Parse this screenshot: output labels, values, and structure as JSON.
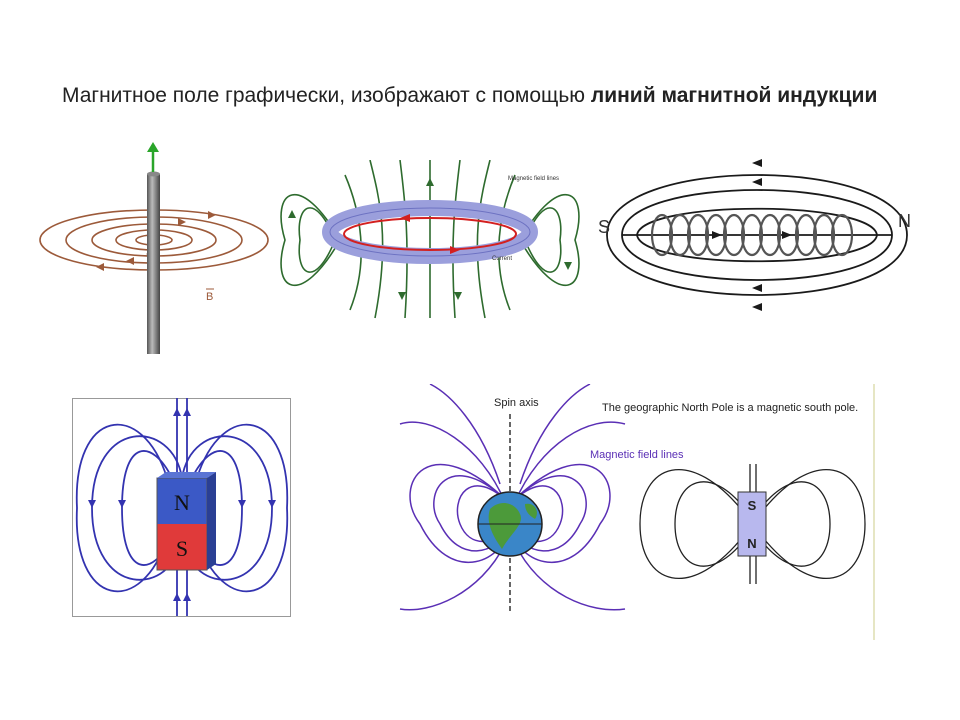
{
  "heading": {
    "text_plain": "Магнитное поле графически, изображают с помощью ",
    "text_bold": "линий магнитной индукции"
  },
  "figures": {
    "wire": {
      "b_label": "B"
    },
    "ring": {
      "field_label": "Magnetic field lines",
      "current_label": "Current"
    },
    "solenoid": {
      "s_label": "S",
      "n_label": "N"
    },
    "bar_magnet": {
      "n_label": "N",
      "s_label": "S"
    },
    "earth": {
      "spin_axis": "Spin axis",
      "caption": "The geographic North Pole is a magnetic south pole.",
      "field_lines": "Magnetic field lines",
      "inner_s": "S",
      "inner_n": "N"
    }
  },
  "colors": {
    "wire_field": "#9c5a3a",
    "ring_field": "#2e6b2e",
    "ring_body": "#9b9fdc",
    "current": "#d32020",
    "solenoid_field": "#1a1a1a",
    "magnet_field": "#3333b0",
    "magnet_north": "#3b59c6",
    "magnet_south": "#e03a3a",
    "earth_field": "#5a2fb5"
  }
}
